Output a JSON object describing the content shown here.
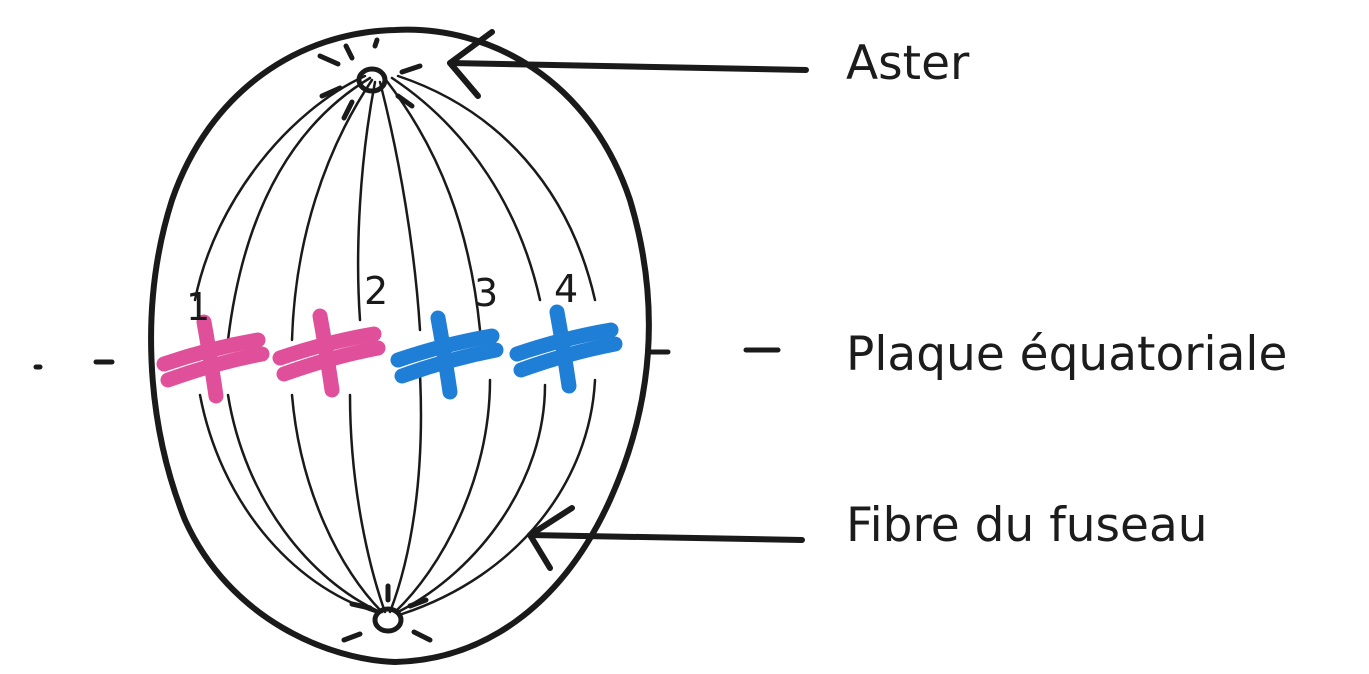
{
  "labels": {
    "aster": "Aster",
    "plaque": "Plaque équatoriale",
    "fibre": "Fibre du fuseau"
  },
  "chromosomes": [
    {
      "number": "1",
      "color": "#e0509a"
    },
    {
      "number": "2",
      "color": "#e0509a"
    },
    {
      "number": "3",
      "color": "#1f7fd6"
    },
    {
      "number": "4",
      "color": "#1f7fd6"
    }
  ]
}
